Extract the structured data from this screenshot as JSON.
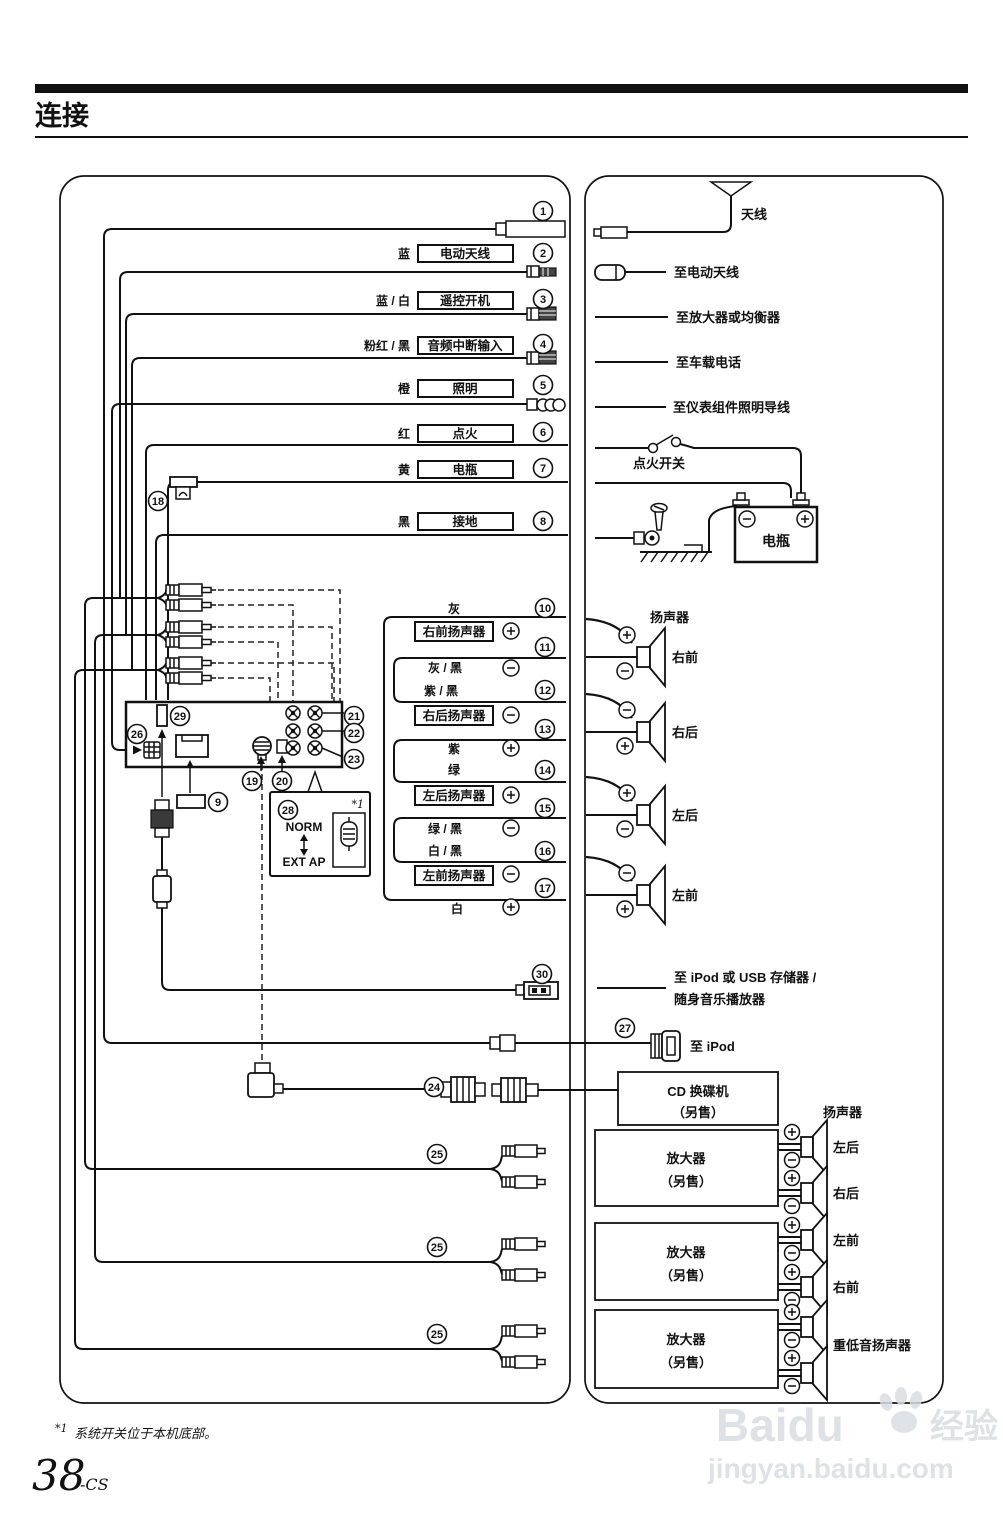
{
  "header": {
    "title": "连接"
  },
  "callouts": {
    "c1": "1",
    "c2": "2",
    "c3": "3",
    "c4": "4",
    "c5": "5",
    "c6": "6",
    "c7": "7",
    "c8": "8",
    "c9": "9",
    "c10": "10",
    "c11": "11",
    "c12": "12",
    "c13": "13",
    "c14": "14",
    "c15": "15",
    "c16": "16",
    "c17": "17",
    "c18": "18",
    "c19": "19",
    "c20": "20",
    "c21": "21",
    "c22": "22",
    "c23": "23",
    "c24": "24",
    "c25": "25",
    "c26": "26",
    "c27": "27",
    "c28": "28",
    "c29": "29",
    "c30": "30"
  },
  "power_wires": [
    {
      "color": "蓝",
      "label": "电动天线"
    },
    {
      "color": "蓝 / 白",
      "label": "遥控开机"
    },
    {
      "color": "粉红 / 黑",
      "label": "音频中断输入"
    },
    {
      "color": "橙",
      "label": "照明"
    },
    {
      "color": "红",
      "label": "点火"
    },
    {
      "color": "黄",
      "label": "电瓶"
    },
    {
      "color": "黑",
      "label": "接地"
    }
  ],
  "speaker_wires": [
    {
      "top_color": "灰",
      "box": "右前扬声器",
      "bottom_color": "灰 / 黑"
    },
    {
      "top_color": "紫 / 黑",
      "box": "右后扬声器",
      "bottom_color": "紫"
    },
    {
      "top_color": "绿",
      "box": "左后扬声器",
      "bottom_color": "绿 / 黑"
    },
    {
      "top_color": "白 / 黑",
      "box": "左前扬声器",
      "bottom_color": "白"
    }
  ],
  "norm_switch": {
    "top": "NORM",
    "bottom": "EXT AP",
    "note_ref": "*1"
  },
  "right_panel": {
    "antenna": "天线",
    "to_power_antenna": "至电动天线",
    "to_amp_eq": "至放大器或均衡器",
    "to_car_phone": "至车载电话",
    "to_illumination": "至仪表组件照明导线",
    "ignition_switch": "点火开关",
    "battery": "电瓶",
    "speakers_header": "扬声器",
    "speakers": [
      "右前",
      "右后",
      "左后",
      "左前"
    ],
    "usb_line1": "至 iPod 或 USB 存储器 /",
    "usb_line2": "随身音乐播放器",
    "to_ipod": "至 iPod",
    "cd_changer_line1": "CD 换碟机",
    "cd_changer_line2": "（另售）",
    "amp_speakers_header": "扬声器",
    "amp_line1": "放大器",
    "amp_line2": "（另售）",
    "amp1_speakers": [
      "左后",
      "右后"
    ],
    "amp2_speakers": [
      "左前",
      "右前"
    ],
    "subwoofer": "重低音扬声器"
  },
  "footer": {
    "note_ref": "*1",
    "note": "系统开关位于本机底部。",
    "page_number": "38",
    "page_suffix": "-CS"
  },
  "watermark": {
    "brand": "Baidu",
    "brand_cn": "经验",
    "url": "jingyan.baidu.com"
  }
}
